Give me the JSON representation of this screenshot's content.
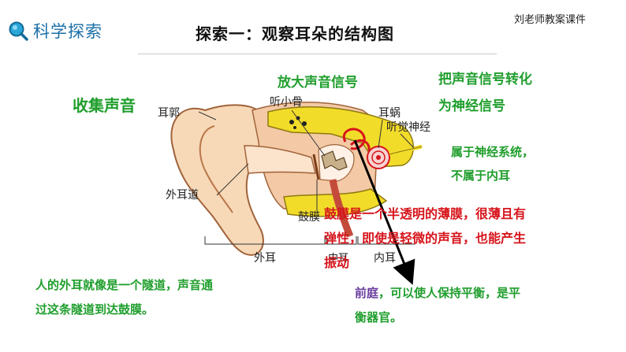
{
  "header": {
    "brand": "科学探索",
    "title": "探索一：观察耳朵的结构图",
    "author": "刘老师教案课件"
  },
  "diagram_labels": {
    "auricle": "耳郭",
    "ossicles": "听小骨",
    "cochlea": "耳蜗",
    "auditory_nerve": "听觉神经",
    "ear_canal": "外耳道",
    "eardrum": "鼓膜",
    "outer_ear": "外耳",
    "middle_ear": "中耳",
    "inner_ear": "内耳"
  },
  "notes": {
    "collect": "收集声音",
    "amplify": "放大声音信号",
    "convert_line1": "把声音信号转化",
    "convert_line2": "为神经信号",
    "nerve_line1": "属于神经系统，",
    "nerve_line2": "不属于内耳",
    "eardrum_line1": "鼓膜是一个半透明的薄膜，很薄且有",
    "eardrum_line2": "弹性，即使是轻微的声音，也能产生",
    "eardrum_line3": "振动",
    "canal_line1": "人的外耳就像是一个隧道，声音通",
    "canal_line2": "过这条隧道到达鼓膜。",
    "vestibule_term": "前庭",
    "vestibule_line1_rest": "，可以使人保持平衡，是平",
    "vestibule_line2": "衡器官。"
  },
  "colors": {
    "green": "#1f9e2c",
    "red": "#d6141b",
    "purple": "#6a3b9e",
    "brand_blue": "#1c6fa8"
  }
}
